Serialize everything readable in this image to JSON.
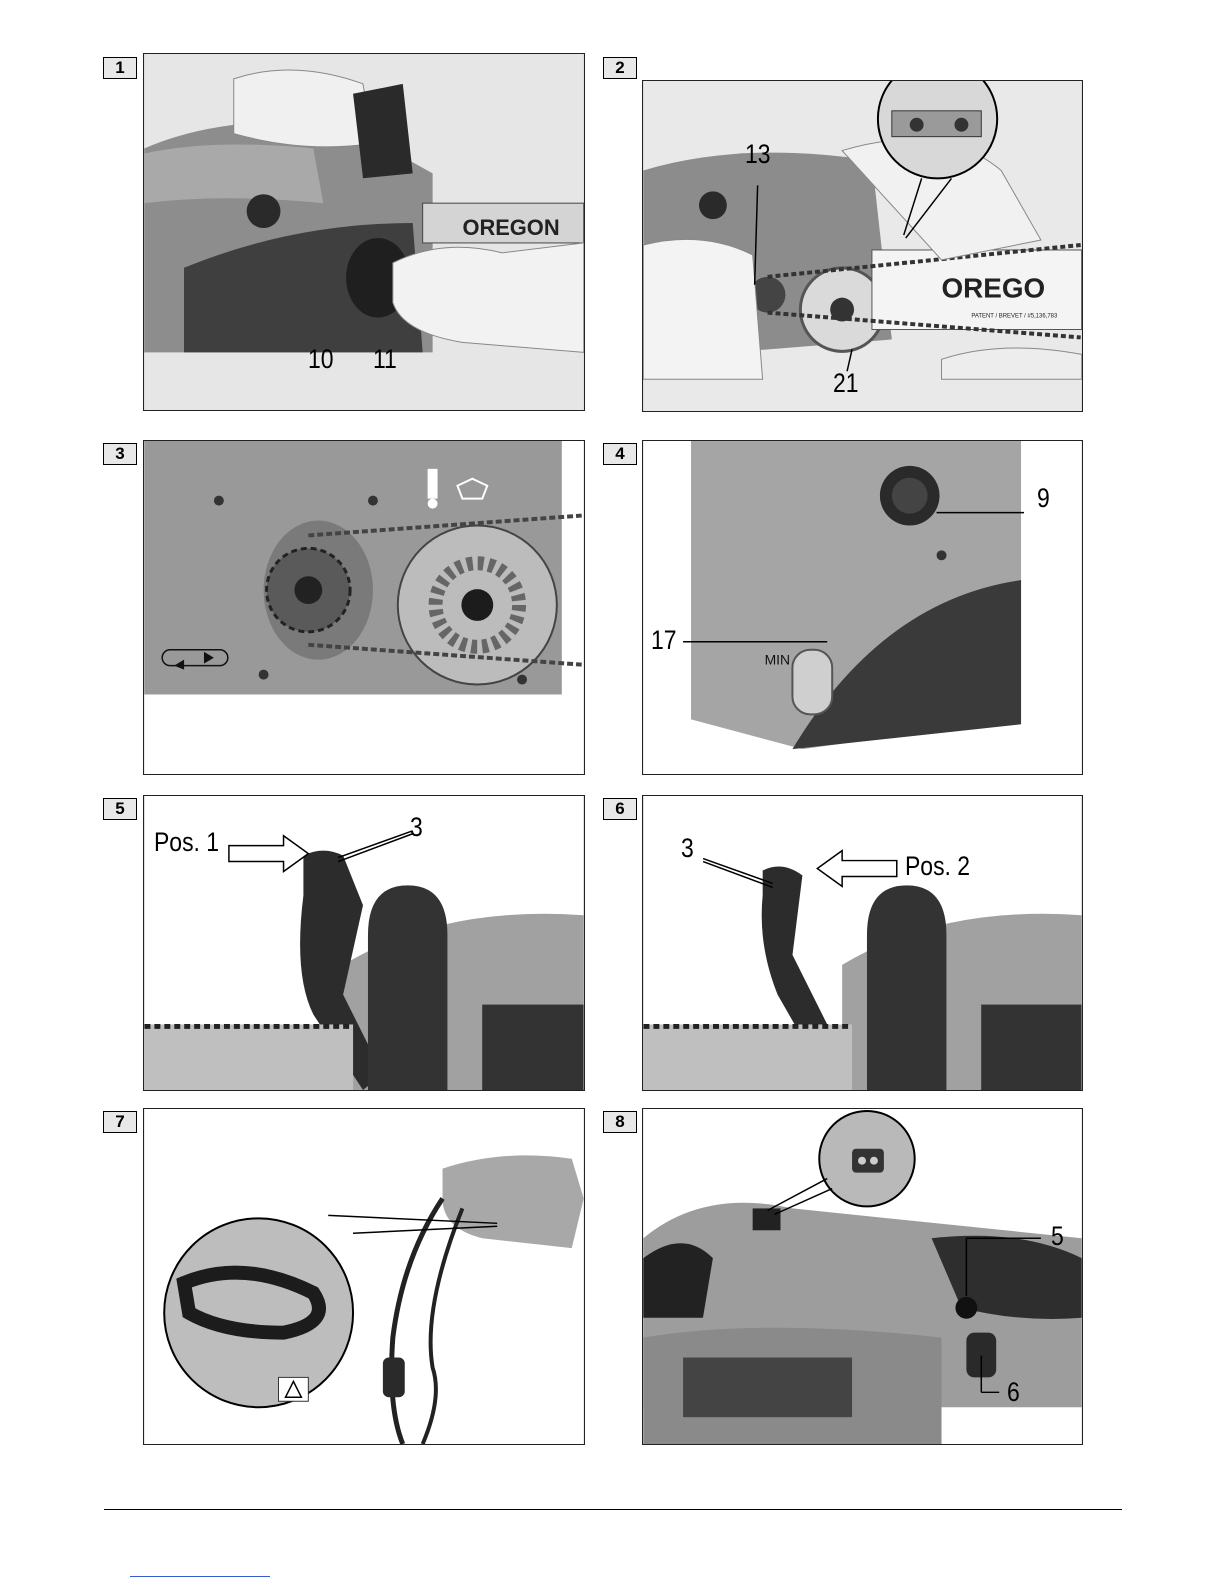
{
  "figures": [
    {
      "number": "1",
      "labels": [
        "10",
        "11"
      ],
      "brand": "OREGON"
    },
    {
      "number": "2",
      "labels": [
        "13",
        "21"
      ],
      "brand": "OREGO",
      "small_print": "PATENT / BREVET / #5,136,783"
    },
    {
      "number": "3",
      "labels": []
    },
    {
      "number": "4",
      "labels": [
        "9",
        "17"
      ],
      "small_print": "MIN"
    },
    {
      "number": "5",
      "labels": [
        "3"
      ],
      "position_label": "Pos. 1"
    },
    {
      "number": "6",
      "labels": [
        "3"
      ],
      "position_label": "Pos. 2"
    },
    {
      "number": "7",
      "labels": []
    },
    {
      "number": "8",
      "labels": [
        "5",
        "6"
      ]
    }
  ]
}
